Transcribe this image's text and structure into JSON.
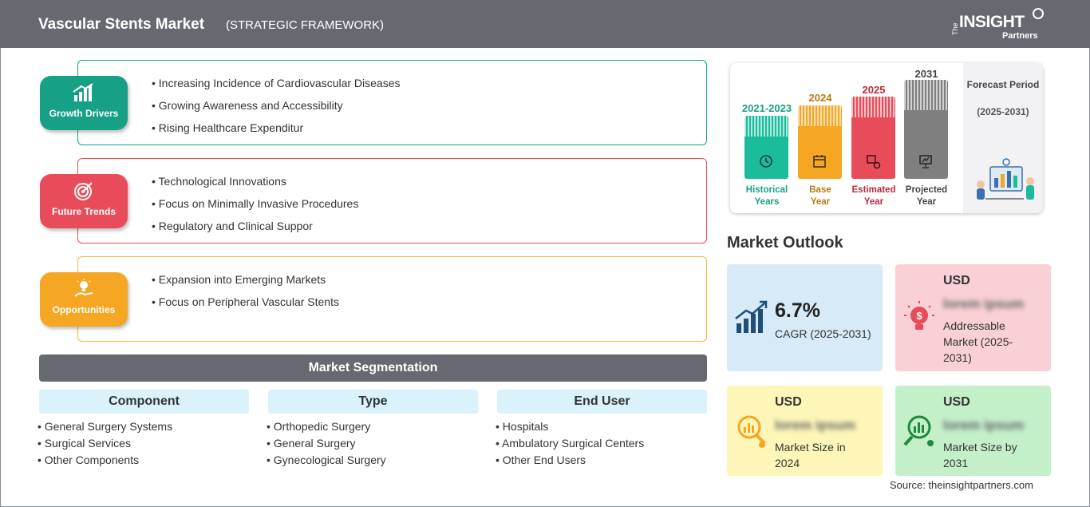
{
  "header": {
    "title": "Vascular Stents Market",
    "subtitle": "(STRATEGIC FRAMEWORK)",
    "logo_the": "The",
    "logo_insight": "INSIGHT",
    "logo_partners": "Partners"
  },
  "drivers": {
    "label": "Growth Drivers",
    "color": "#16a085",
    "items": [
      "Increasing Incidence of Cardiovascular Diseases",
      "Growing Awareness and Accessibility",
      "Rising Healthcare Expenditur"
    ]
  },
  "trends": {
    "label": "Future Trends",
    "color": "#e84c5a",
    "items": [
      "Technological Innovations",
      "Focus on Minimally Invasive Procedures",
      "Regulatory and Clinical Suppor"
    ]
  },
  "opportunities": {
    "label": "Opportunities",
    "color": "#f5a623",
    "items": [
      "Expansion into Emerging Markets",
      "Focus on Peripheral Vascular Stents"
    ]
  },
  "segmentation": {
    "title": "Market Segmentation",
    "columns": [
      {
        "header": "Component",
        "items": [
          "General Surgery Systems",
          "Surgical Services",
          "Other Components"
        ]
      },
      {
        "header": "Type",
        "items": [
          "Orthopedic Surgery",
          "General Surgery",
          "Gynecological Surgery"
        ]
      },
      {
        "header": "End User",
        "items": [
          "Hospitals",
          "Ambulatory Surgical Centers",
          "Other End Users"
        ]
      }
    ]
  },
  "timeline": {
    "periods": [
      {
        "year": "2021-2023",
        "label_1": "Historical",
        "label_2": "Years",
        "color": "#1abc9c",
        "text_color": "#17a085",
        "icon": "history-icon"
      },
      {
        "year": "2024",
        "label_1": "Base",
        "label_2": "Year",
        "color": "#f5a623",
        "text_color": "#b97a10",
        "icon": "calendar-icon"
      },
      {
        "year": "2025",
        "label_1": "Estimated",
        "label_2": "Year",
        "color": "#e84c5a",
        "text_color": "#c0283a",
        "icon": "estimate-icon"
      },
      {
        "year": "2031",
        "label_1": "Projected",
        "label_2": "Year",
        "color": "#7f7f7f",
        "text_color": "#444444",
        "icon": "presentation-icon"
      }
    ],
    "forecast_title": "Forecast Period",
    "forecast_range": "(2025-2031)"
  },
  "outlook": {
    "title": "Market Outlook",
    "cagr_value": "6.7%",
    "cagr_label": "CAGR (2025-2031)",
    "addressable_currency": "USD",
    "addressable_value": "lorem ipsum",
    "addressable_label": "Addressable Market (2025-2031)",
    "size2024_currency": "USD",
    "size2024_value": "lorem ipsum",
    "size2024_label": "Market Size in 2024",
    "size2031_currency": "USD",
    "size2031_value": "lorem ipsum",
    "size2031_label": "Market Size by 2031"
  },
  "source": "Source: theinsightpartners.com"
}
